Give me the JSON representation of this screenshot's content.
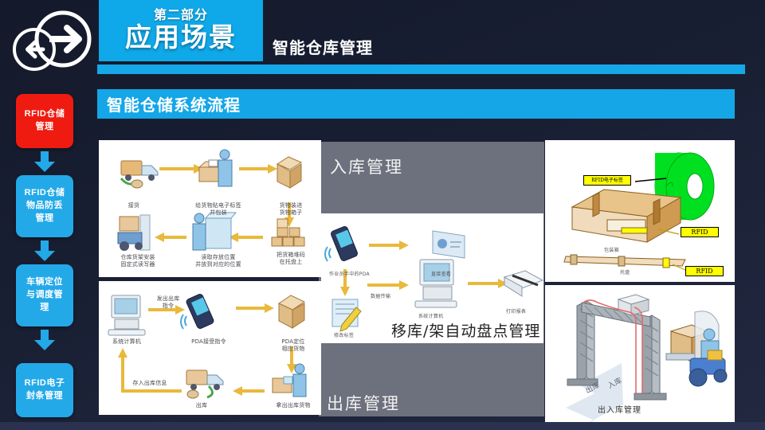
{
  "header": {
    "logo_icon": "double-circle-arrow-icon",
    "part_label": "第二部分",
    "part_title": "应用场景",
    "subtitle": "智能仓库管理"
  },
  "banner": {
    "title": "智能仓储系统流程"
  },
  "sidebar": {
    "items": [
      {
        "label": "RFID仓储\n管理",
        "color": "#f01b10",
        "active": true
      },
      {
        "label": "RFID仓储\n物品防丢\n管理",
        "color": "#23a9e8",
        "active": false
      },
      {
        "label": "车辆定位\n与调度管\n理",
        "color": "#23a9e8",
        "active": false
      },
      {
        "label": "RFID电子\n封条管理",
        "color": "#23a9e8",
        "active": false
      }
    ],
    "arrow_icon": "down-arrow-icon"
  },
  "overlays": {
    "inbound": "入库管理",
    "outbound": "出库管理"
  },
  "panels": {
    "inbound_flow": {
      "name": "入库流程图",
      "steps": [
        {
          "label": "接货",
          "icon": "delivery-truck-icon"
        },
        {
          "label": "给货物贴电子标签\n并包装",
          "icon": "worker-tagging-box-icon"
        },
        {
          "label": "货物装进\n货物箱子",
          "icon": "carton-box-icon"
        },
        {
          "label": "把货箱堆码\n在托盘上",
          "icon": "stacked-boxes-icon"
        },
        {
          "label": "读取存放位置\n并放到对应的位置",
          "icon": "worker-reader-shelf-icon"
        },
        {
          "label": "仓库货架安装\n固定式读写器",
          "icon": "forklift-shelf-icon"
        }
      ]
    },
    "stocktake_flow": {
      "name": "移库/架自动盘点管理流程图",
      "caption": "移库/架自动盘点管理",
      "steps": [
        {
          "label": "作业员手中的PDA",
          "icon": "pda-handheld-icon"
        },
        {
          "label": "直接查看",
          "icon": "screen-view-icon"
        },
        {
          "label": "修改标签",
          "icon": "edit-tag-icon"
        },
        {
          "label": "数据传输",
          "icon": "data-transfer-label"
        },
        {
          "label": "系统计算机",
          "icon": "desktop-computer-icon"
        },
        {
          "label": "打印报表",
          "icon": "printer-report-icon"
        }
      ]
    },
    "outbound_flow": {
      "name": "出库流程图",
      "steps": [
        {
          "label": "系统计算机",
          "icon": "desktop-computer-icon"
        },
        {
          "label": "发出出库\n指令",
          "icon": "command-arrow-label"
        },
        {
          "label": "PDA接受指令",
          "icon": "pda-handheld-icon"
        },
        {
          "label": "PDA定位\n相应货物",
          "icon": "carton-box-icon"
        },
        {
          "label": "拿出出库货物",
          "icon": "worker-picking-icon"
        },
        {
          "label": "出库",
          "icon": "delivery-truck-icon"
        },
        {
          "label": "存入出库信息",
          "icon": "store-info-label"
        }
      ]
    },
    "rfid_carton": {
      "name": "RFID标签包装箱示意图",
      "labels": [
        {
          "text": "RFID电子标签",
          "type": "yellow-callout"
        },
        {
          "text": "RFID",
          "type": "yellow-callout"
        },
        {
          "text": "RFID",
          "type": "yellow-callout"
        }
      ],
      "captions": [
        "包装箱",
        "托盘"
      ],
      "tag_icon": "green-rfid-coil-icon"
    },
    "gate": {
      "name": "出入库管理门禁示意图",
      "caption": "出入库管理",
      "arrow_labels": [
        "出库",
        "入库"
      ],
      "icons": [
        "rfid-gate-icon",
        "reader-antenna-icon",
        "forklift-with-pallet-icon"
      ]
    }
  },
  "colors": {
    "accent_blue": "#14a6e6",
    "active_red": "#f01b10",
    "box_blue": "#23a9e8",
    "background_dark": "#161c2e",
    "grey_panel": "#6d707d",
    "arrow_gold": "#e8b93c"
  }
}
